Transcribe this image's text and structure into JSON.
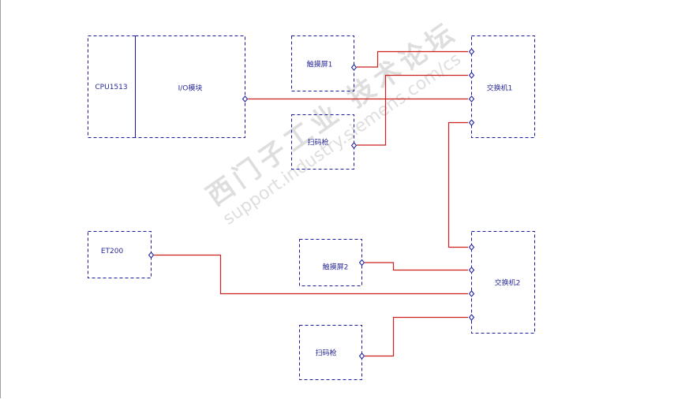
{
  "nodes": {
    "cpu": "CPU1513",
    "io": "I/O模块",
    "hmi1": "触摸屏1",
    "scanner1": "扫码枪",
    "switch1": "交换机1",
    "et200": "ET200",
    "hmi2": "触摸屏2",
    "switch2": "交换机2",
    "scanner2": "扫码枪"
  },
  "watermark": {
    "line1": "西门子工业  技术论坛",
    "line2": "support.industry.siemens.com/cs"
  },
  "colors": {
    "box_border": "#1a1a9a",
    "link": "#cc2222",
    "label": "#2a2a9a"
  }
}
